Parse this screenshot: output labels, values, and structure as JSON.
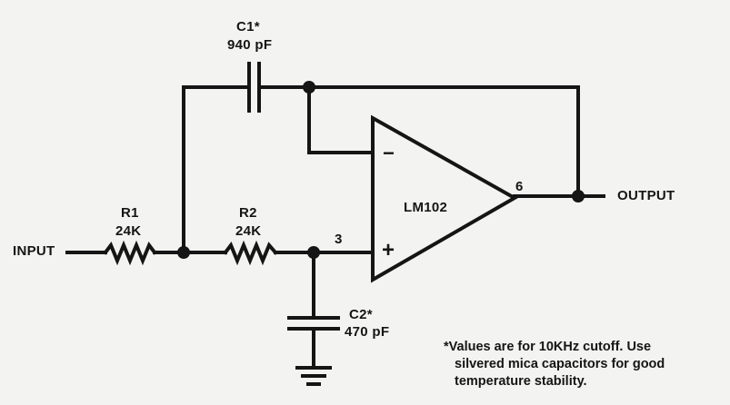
{
  "components": {
    "c1": {
      "name": "C1*",
      "value": "940 pF"
    },
    "c2": {
      "name": "C2*",
      "value": "470 pF"
    },
    "r1": {
      "name": "R1",
      "value": "24K"
    },
    "r2": {
      "name": "R2",
      "value": "24K"
    },
    "opamp": {
      "name": "LM102",
      "inverting": "−",
      "noninverting": "+",
      "pin_in": "3",
      "pin_out": "6"
    }
  },
  "terminals": {
    "input": "INPUT",
    "output": "OUTPUT"
  },
  "footnote": {
    "line1": "*Values are for  10KHz cutoff. Use",
    "line2": "silvered mica capacitors for good",
    "line3": "temperature stability."
  }
}
